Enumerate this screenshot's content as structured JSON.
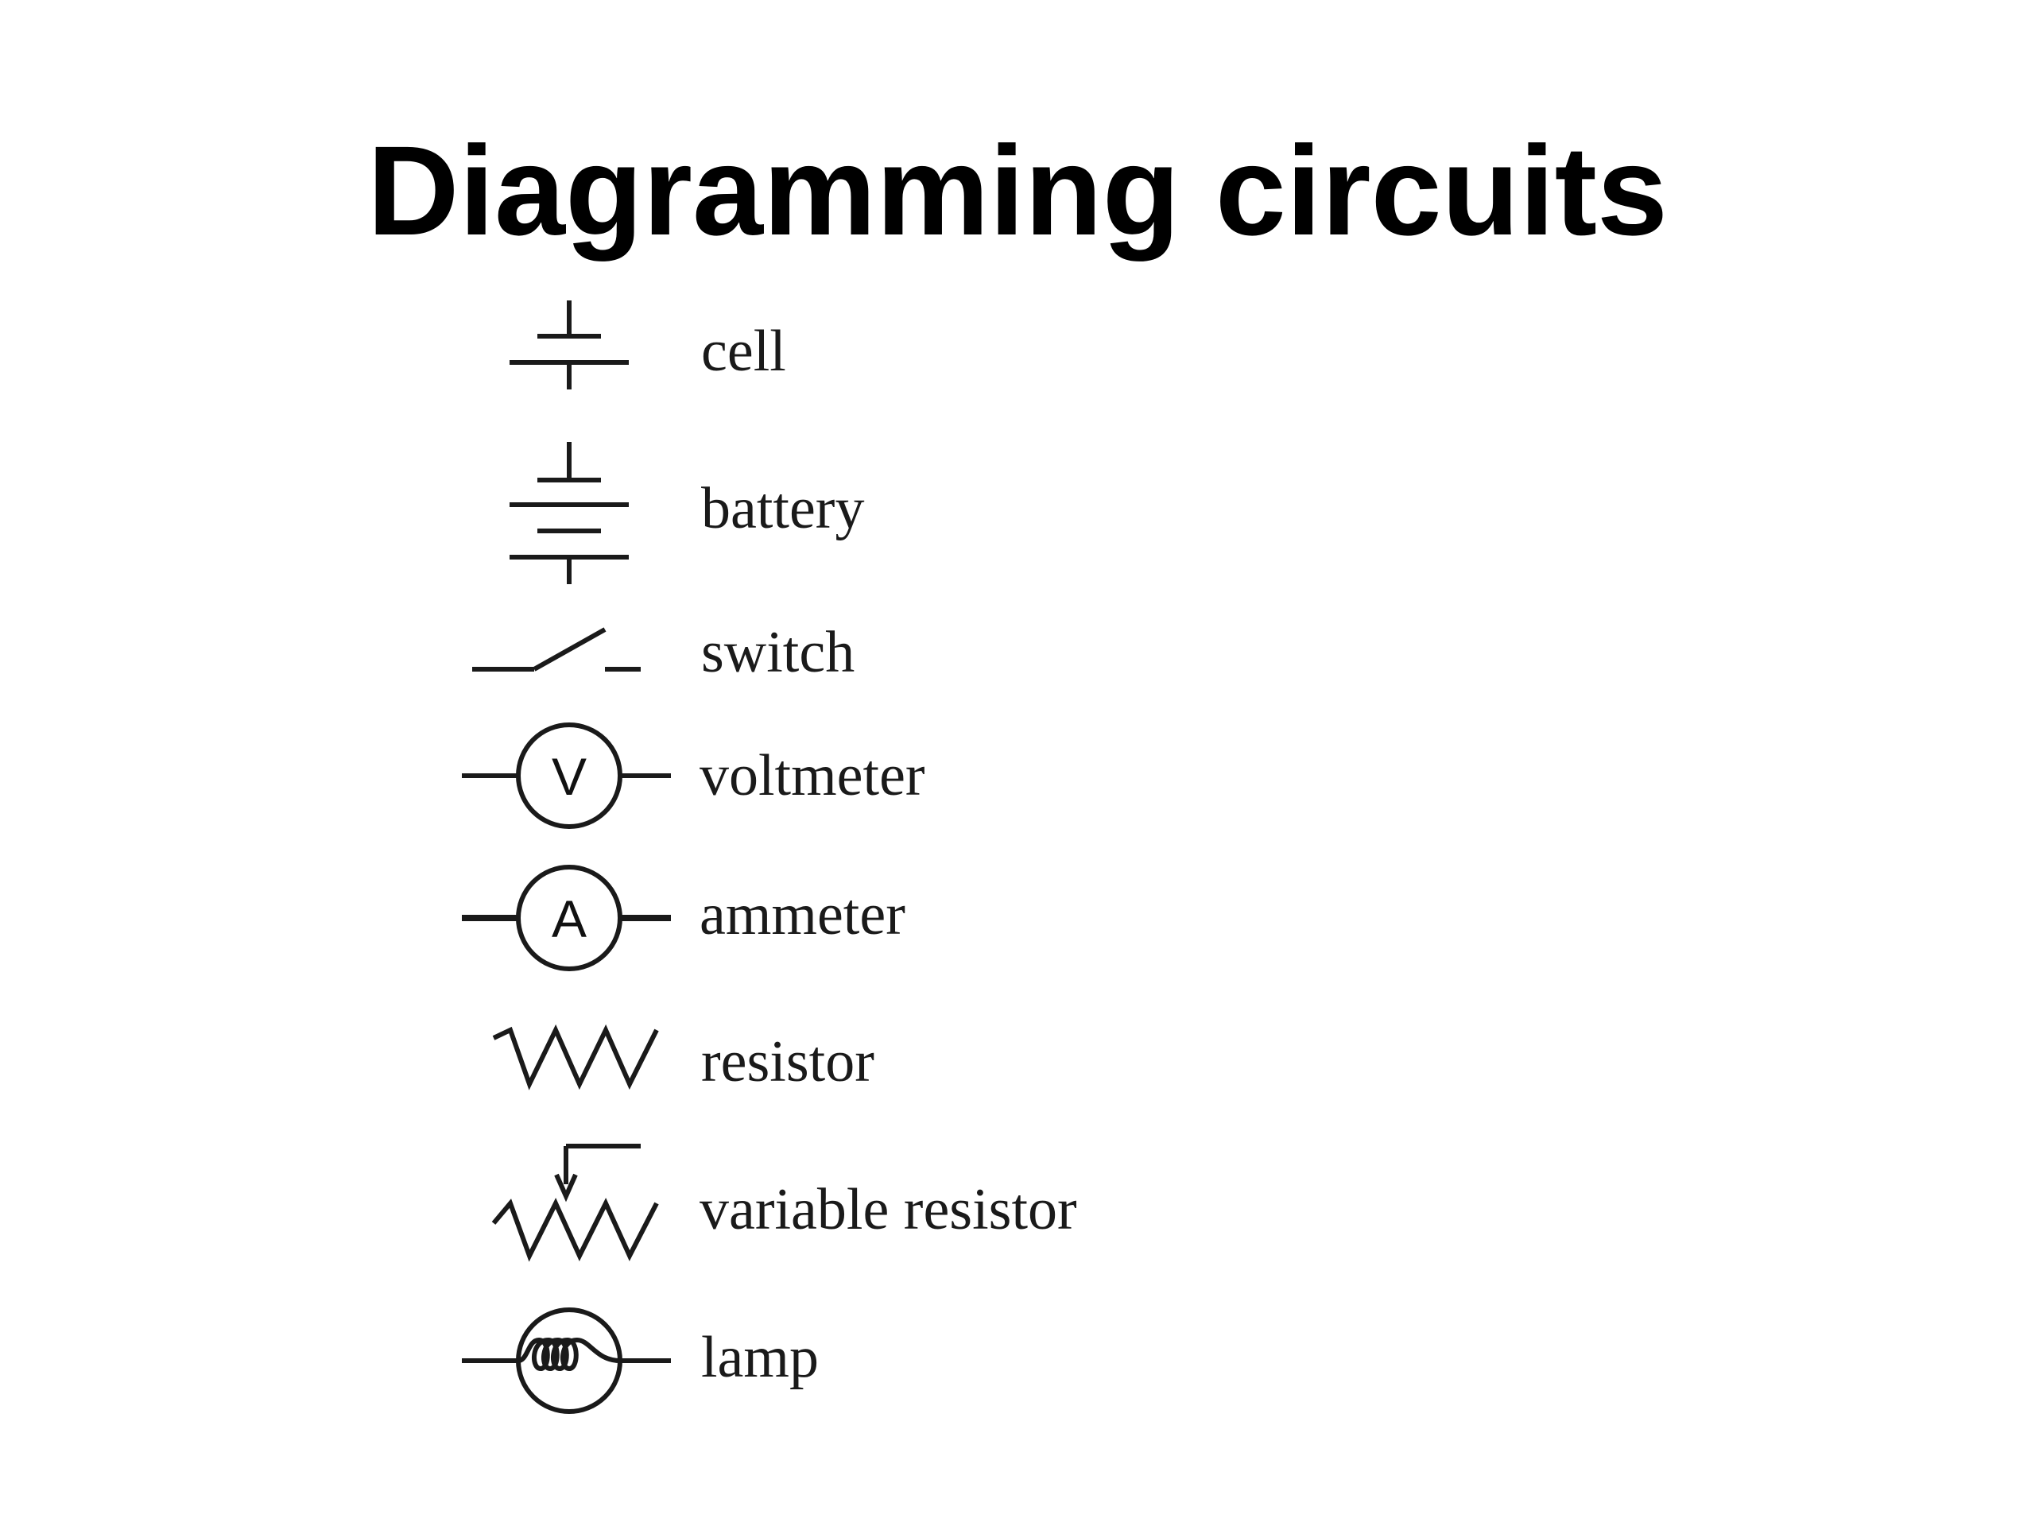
{
  "slide": {
    "title": "Diagramming circuits"
  },
  "legend": [
    {
      "symbol": "cell-icon",
      "label": "cell"
    },
    {
      "symbol": "battery-icon",
      "label": "battery"
    },
    {
      "symbol": "switch-icon",
      "label": "switch"
    },
    {
      "symbol": "voltmeter-icon",
      "label": "voltmeter",
      "letter": "V"
    },
    {
      "symbol": "ammeter-icon",
      "label": "ammeter",
      "letter": "A"
    },
    {
      "symbol": "resistor-icon",
      "label": "resistor"
    },
    {
      "symbol": "variable-resistor-icon",
      "label": "variable resistor"
    },
    {
      "symbol": "lamp-icon",
      "label": "lamp"
    }
  ],
  "colors": {
    "background": "#ffffff",
    "ink": "#1a1a1a"
  }
}
